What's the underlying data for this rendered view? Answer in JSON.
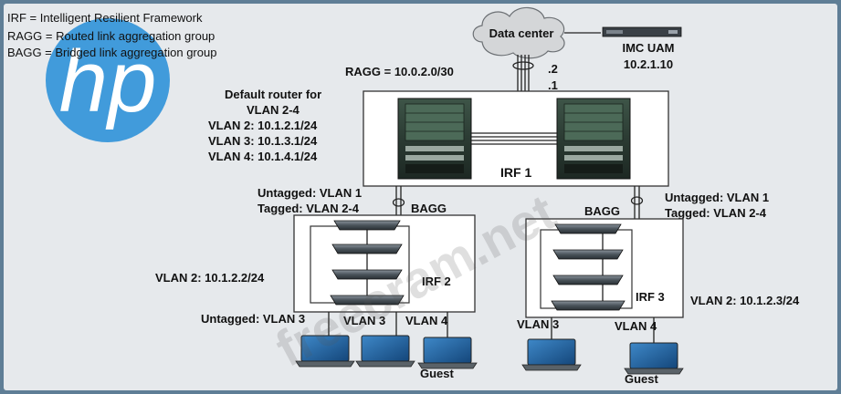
{
  "legend": {
    "irf": "IRF = Intelligent Resilient Framework",
    "ragg": "RAGG = Routed link aggregation group",
    "bagg": "BAGG = Bridged link aggregation group"
  },
  "datacenter": {
    "label": "Data center",
    "server_name": "IMC UAM",
    "server_ip": "10.2.1.10"
  },
  "ragg": {
    "label": "RAGG = 10.0.2.0/30",
    "ip_top": ".2",
    "ip_bottom": ".1"
  },
  "router": {
    "line1": "Default router for",
    "line2": "VLAN 2-4",
    "vlan2": "VLAN 2: 10.1.2.1/24",
    "vlan3": "VLAN 3: 10.1.3.1/24",
    "vlan4": "VLAN 4: 10.1.4.1/24"
  },
  "irf1": {
    "label": "IRF 1"
  },
  "left_uplink": {
    "untagged": "Untagged: VLAN 1",
    "tagged": "Tagged: VLAN 2-4",
    "bagg": "BAGG"
  },
  "right_uplink": {
    "untagged": "Untagged: VLAN 1",
    "tagged": "Tagged: VLAN 2-4",
    "bagg": "BAGG"
  },
  "irf2": {
    "label": "IRF 2",
    "vlan": "VLAN 2: 10.1.2.2/24"
  },
  "irf3": {
    "label": "IRF 3",
    "vlan": "VLAN 2: 10.1.2.3/24"
  },
  "left_access": {
    "port1": "Untagged: VLAN 3",
    "port2": "VLAN 3",
    "port3": "VLAN 4",
    "guest": "Guest"
  },
  "right_access": {
    "port1": "VLAN 3",
    "port2": "VLAN 4",
    "guest": "Guest"
  },
  "watermark": "freecram.net",
  "logo": "hp",
  "colors": {
    "logo": "#2a8fd8",
    "chassis": "#2a3a30",
    "background": "#e6e9ec"
  }
}
